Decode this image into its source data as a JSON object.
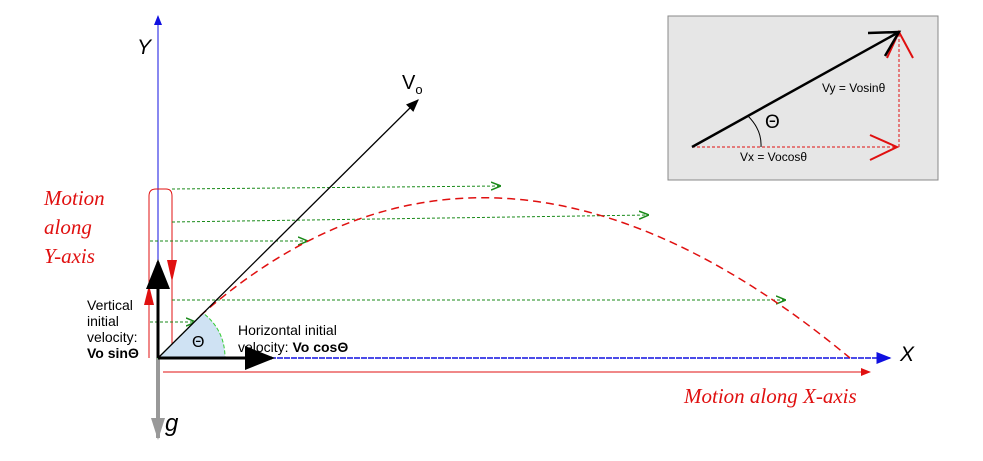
{
  "axes": {
    "y": "Y",
    "x": "X",
    "g": "g",
    "v0": "V",
    "v0_sub": "o"
  },
  "labels": {
    "motion_y": [
      "Motion",
      "along",
      "Y-axis"
    ],
    "motion_x": "Motion along X-axis",
    "vertical": [
      "Vertical",
      "initial",
      "velocity:"
    ],
    "vertical_formula": "Vo sinΘ",
    "horizontal": "Horizontal initial",
    "horizontal2": "velocity: ",
    "horizontal_formula": "Vo cosΘ",
    "theta": "Θ"
  },
  "inset": {
    "vy": "Vy = Vosinθ",
    "vx": "Vx = Vocosθ",
    "theta": "Θ"
  },
  "colors": {
    "axis": "#1010e0",
    "motion": "#e01010",
    "guide": "#1a8a1a",
    "angle_fill": "#cfe2f3"
  }
}
